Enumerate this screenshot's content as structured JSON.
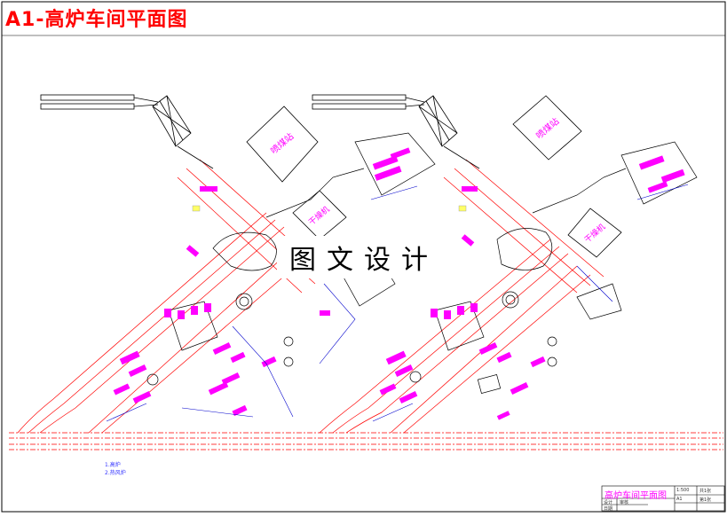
{
  "title": "A1-高炉车间平面图",
  "watermark": "图文设计",
  "plan_labels": {
    "left_coal_station": "喷煤站",
    "right_coal_station": "喷煤站",
    "left_dryer": "干燥机",
    "right_dryer": "干燥机"
  },
  "legend": {
    "item1": "1.高炉",
    "item2": "2.热风炉"
  },
  "title_block": {
    "name": "高炉车间平面图",
    "scale_label": "1:500",
    "sheet_label": "A1",
    "count1": "共1张",
    "count2": "第1张",
    "designer": "设计",
    "checker": "审核",
    "date": "日期"
  },
  "colors": {
    "title": "#ff0000",
    "structure": "#ff0000",
    "highlight": "#ff00ff",
    "equipment": "#000000",
    "dimension": "#0000cc",
    "accent": "#ffff66"
  }
}
